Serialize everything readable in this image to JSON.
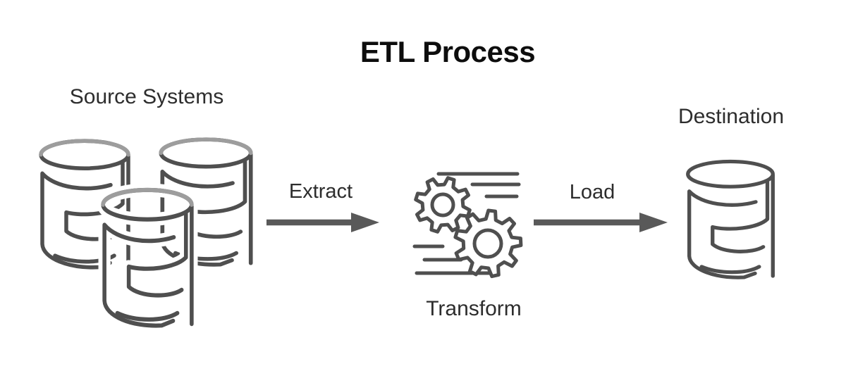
{
  "title": "ETL Process",
  "nodes": {
    "source": {
      "label": "Source Systems",
      "icon": "database-icon",
      "database_count": 3
    },
    "transform": {
      "label": "Transform",
      "icon": "gears-icon"
    },
    "destination": {
      "label": "Destination",
      "icon": "database-icon"
    }
  },
  "flows": [
    {
      "label": "Extract",
      "from": "source",
      "to": "transform",
      "icon": "arrow-right-icon"
    },
    {
      "label": "Load",
      "from": "transform",
      "to": "destination",
      "icon": "arrow-right-icon"
    }
  ],
  "colors": {
    "bg": "#ffffff",
    "title": "#0d0d0d",
    "label": "#2d2d2d",
    "ink": "#4f4f4f",
    "ink_light": "#9d9d9d",
    "arrow": "#595959"
  }
}
